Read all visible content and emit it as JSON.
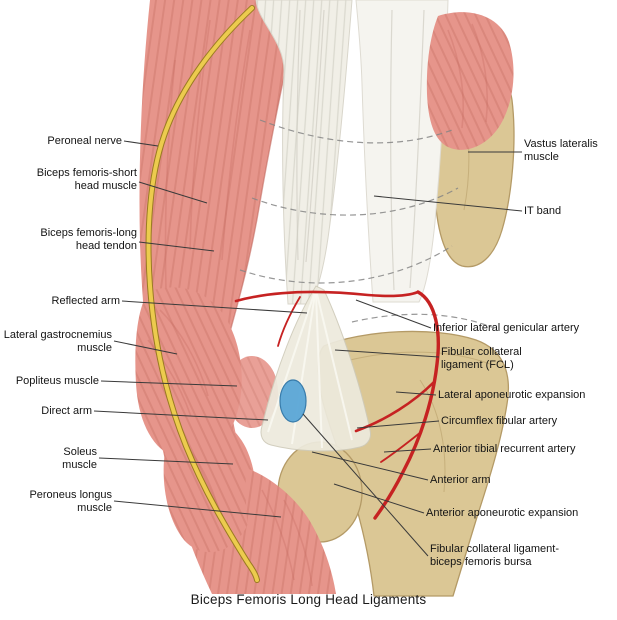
{
  "caption": "Biceps Femoris Long Head Ligaments",
  "labels": {
    "left": [
      {
        "text": "Peroneal nerve"
      },
      {
        "text": "Biceps femoris-short head muscle"
      },
      {
        "text": "Biceps femoris-long head tendon"
      },
      {
        "text": "Reflected arm"
      },
      {
        "text": "Lateral gastrocnemius muscle"
      },
      {
        "text": "Popliteus muscle"
      },
      {
        "text": "Direct arm"
      },
      {
        "text": "Soleus muscle"
      },
      {
        "text": "Peroneus longus muscle"
      }
    ],
    "right": [
      {
        "text": "Vastus lateralis muscle"
      },
      {
        "text": "IT band"
      },
      {
        "text": "Inferior lateral genicular artery"
      },
      {
        "text": "Fibular collateral ligament (FCL)"
      },
      {
        "text": "Lateral aponeurotic expansion"
      },
      {
        "text": "Circumflex fibular artery"
      },
      {
        "text": "Anterior tibial recurrent artery"
      },
      {
        "text": "Anterior arm"
      },
      {
        "text": "Anterior aponeurotic expansion"
      },
      {
        "text": "Fibular collateral ligament-biceps femoris bursa"
      }
    ]
  },
  "colors": {
    "muscle": "#e6958b",
    "muscle_dark": "#c2685e",
    "tendon": "#f1efe7",
    "bone": "#dbc795",
    "bone_edge": "#b49a66",
    "artery": "#c62222",
    "nerve": "#eccb4e",
    "bursa": "#5ba7d7",
    "leader": "#3a3a3a"
  }
}
